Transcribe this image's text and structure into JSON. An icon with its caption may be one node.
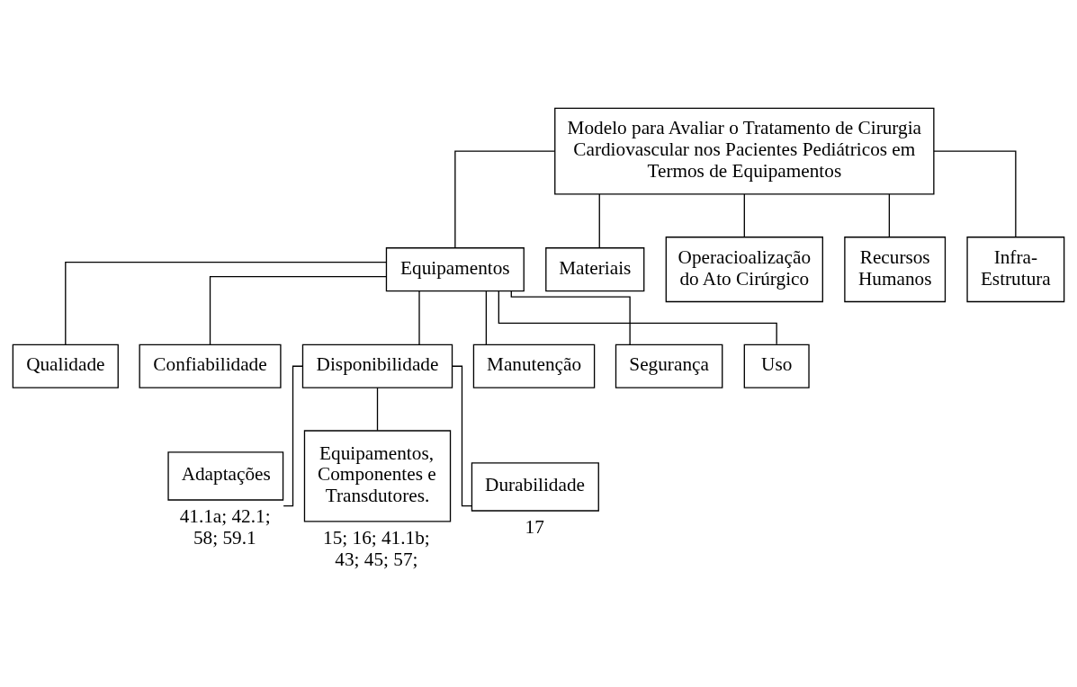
{
  "diagram": {
    "nodes": [
      {
        "text": [
          "Modelo para Avaliar o Tratamento de Cirurgia Cardiovascular nos Pacientes Pediátricos em Termos de Equipamentos"
        ]
      },
      {
        "text": [
          "Equipamentos"
        ]
      },
      {
        "text": [
          "Materiais"
        ]
      },
      {
        "text": [
          "Operacioalização do Ato Cirúrgico"
        ]
      },
      {
        "text": [
          "Recursos Humanos"
        ]
      },
      {
        "text": [
          "Infra- Estrutura"
        ]
      },
      {
        "text": [
          "Qualidade"
        ]
      },
      {
        "text": [
          "Confiabilidade"
        ]
      },
      {
        "text": [
          "Disponibilidade"
        ]
      },
      {
        "text": [
          "Manutenção"
        ]
      },
      {
        "text": [
          "Segurança"
        ]
      },
      {
        "text": [
          "Uso"
        ]
      },
      {
        "text": [
          "Adaptações"
        ],
        "beside": [
          "41.1a; 42.1; 58; 59.1"
        ]
      },
      {
        "text": [
          "Equipamentos, Componentes e Transdutores."
        ],
        "beside": [
          "15; 16; 41.1b; 43; 45; 57;"
        ]
      },
      {
        "text": [
          "Durabilidade"
        ],
        "beside": [
          "17"
        ]
      }
    ],
    "edges": [
      {
        "from": 0,
        "to": 1,
        "arrow": "none"
      },
      {
        "from": 0,
        "to": 2,
        "arrow": "none"
      },
      {
        "from": 0,
        "to": 3,
        "arrow": "none"
      },
      {
        "from": 0,
        "to": 4,
        "arrow": "none"
      },
      {
        "from": 0,
        "to": 5,
        "arrow": "none"
      },
      {
        "from": 1,
        "to": 6,
        "arrow": "none"
      },
      {
        "from": 1,
        "to": 7,
        "arrow": "none"
      },
      {
        "from": 1,
        "to": 8,
        "arrow": "none"
      },
      {
        "from": 1,
        "to": 9,
        "arrow": "none"
      },
      {
        "from": 1,
        "to": 10,
        "arrow": "none"
      },
      {
        "from": 1,
        "to": 11,
        "arrow": "none"
      },
      {
        "from": 8,
        "to": 12,
        "arrow": "none"
      },
      {
        "from": 8,
        "to": 13,
        "arrow": "none"
      },
      {
        "from": 8,
        "to": 14,
        "arrow": "none"
      }
    ]
  }
}
